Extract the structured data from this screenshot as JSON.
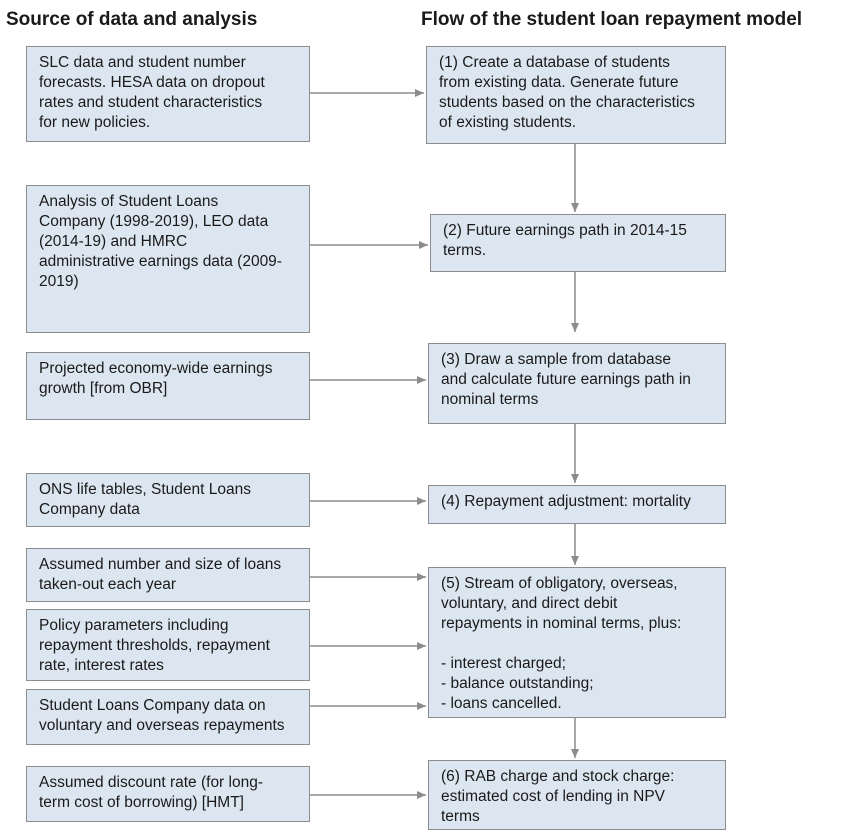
{
  "headings": {
    "left": "Source of data and analysis",
    "right": "Flow of the student loan repayment model"
  },
  "sources": [
    {
      "lines": [
        "SLC data and student number",
        "forecasts. HESA data on dropout",
        "rates and student characteristics",
        "for new policies."
      ]
    },
    {
      "lines": [
        "Analysis of Student Loans",
        "Company (1998-2019), LEO data",
        "(2014-19) and HMRC",
        "administrative earnings data (2009-",
        "2019)"
      ]
    },
    {
      "lines": [
        "Projected economy-wide earnings",
        "growth [from OBR]"
      ]
    },
    {
      "lines": [
        "ONS life tables, Student Loans",
        "Company data"
      ]
    },
    {
      "lines": [
        "Assumed number and size of loans",
        "taken-out each year"
      ]
    },
    {
      "lines": [
        "Policy parameters including",
        "repayment thresholds, repayment",
        "rate, interest rates"
      ]
    },
    {
      "lines": [
        "Student Loans Company data on",
        "voluntary and overseas repayments"
      ]
    },
    {
      "lines": [
        "Assumed discount rate (for long-",
        "term cost of borrowing) [HMT]"
      ]
    }
  ],
  "steps": [
    {
      "lines": [
        "(1) Create a database of students",
        "from existing data. Generate future",
        "students based on the characteristics",
        "of existing students."
      ]
    },
    {
      "lines": [
        "(2) Future earnings path in 2014-15",
        "terms."
      ]
    },
    {
      "lines": [
        "(3) Draw a sample from database",
        "and calculate future earnings path in",
        "nominal terms"
      ]
    },
    {
      "lines": [
        "(4) Repayment adjustment: mortality"
      ]
    },
    {
      "lines": [
        "(5) Stream of obligatory, overseas,",
        "voluntary, and direct debit",
        "repayments in nominal terms, plus:"
      ],
      "bullets": [
        "- interest charged;",
        "- balance outstanding;",
        "- loans cancelled."
      ]
    },
    {
      "lines": [
        "(6) RAB charge and stock charge:",
        "estimated cost of lending in NPV",
        "terms"
      ]
    }
  ]
}
